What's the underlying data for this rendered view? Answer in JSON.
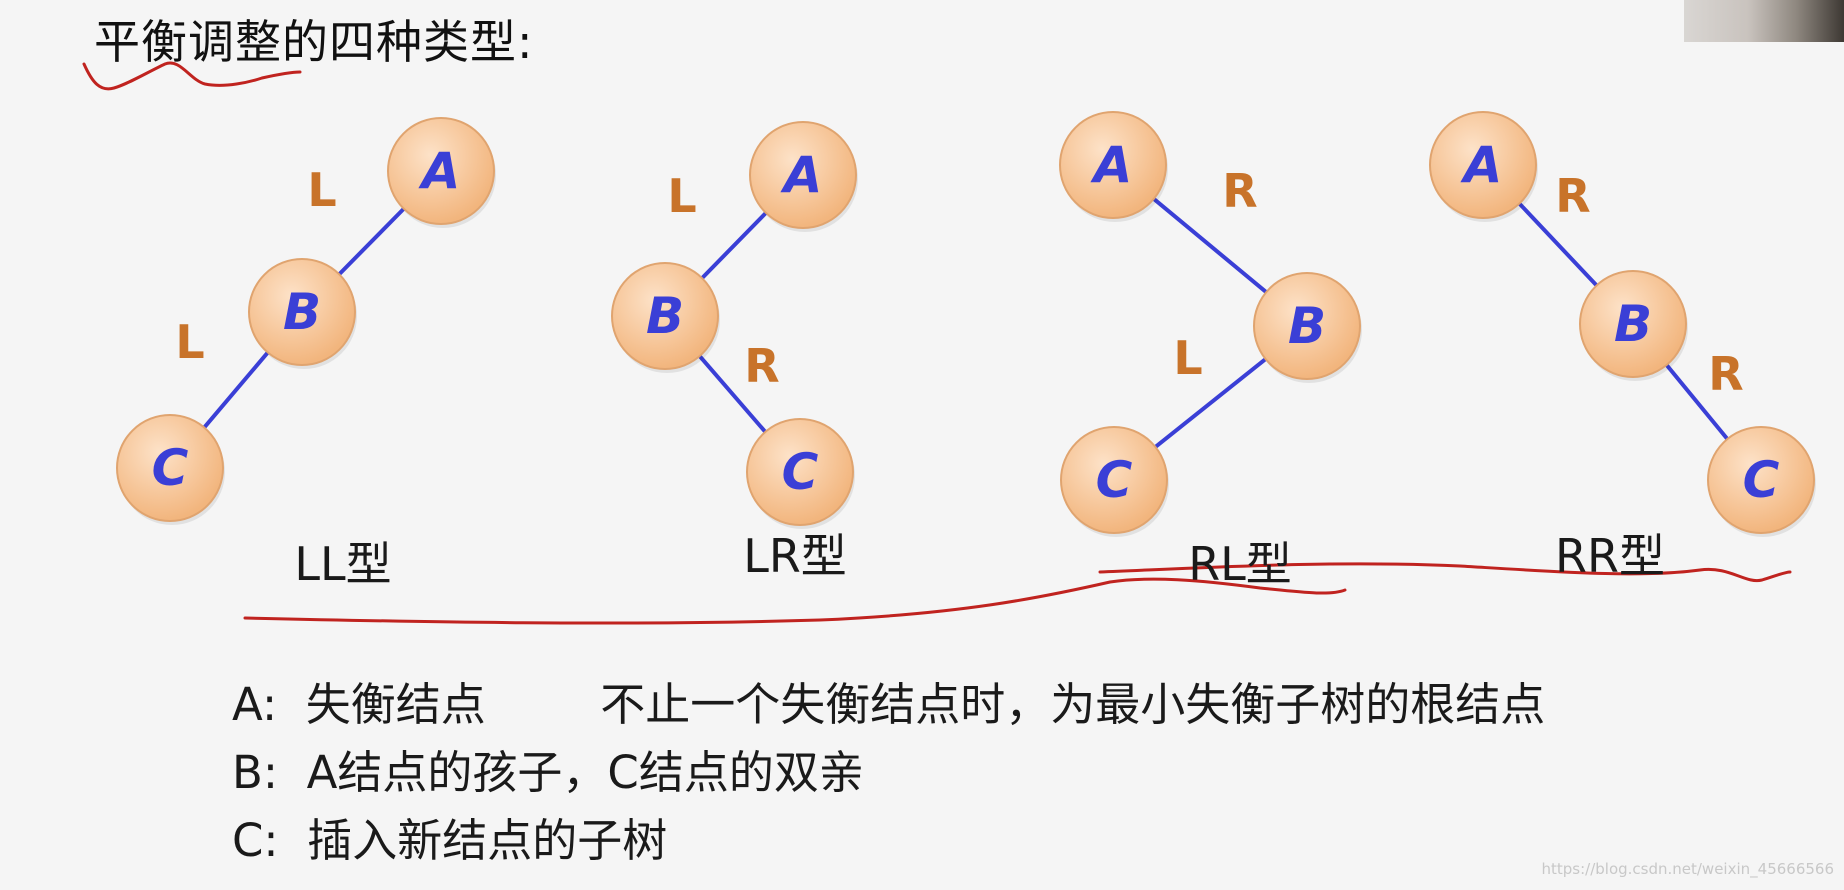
{
  "title": "平衡调整的四种类型:",
  "diagrams": [
    {
      "type_label": "LL型",
      "nodes": [
        {
          "id": "A",
          "label": "A"
        },
        {
          "id": "B",
          "label": "B"
        },
        {
          "id": "C",
          "label": "C"
        }
      ],
      "edges": [
        {
          "from": "A",
          "to": "B",
          "label": "L"
        },
        {
          "from": "B",
          "to": "C",
          "label": "L"
        }
      ]
    },
    {
      "type_label": "LR型",
      "nodes": [
        {
          "id": "A",
          "label": "A"
        },
        {
          "id": "B",
          "label": "B"
        },
        {
          "id": "C",
          "label": "C"
        }
      ],
      "edges": [
        {
          "from": "A",
          "to": "B",
          "label": "L"
        },
        {
          "from": "B",
          "to": "C",
          "label": "R"
        }
      ]
    },
    {
      "type_label": "RL型",
      "nodes": [
        {
          "id": "A",
          "label": "A"
        },
        {
          "id": "B",
          "label": "B"
        },
        {
          "id": "C",
          "label": "C"
        }
      ],
      "edges": [
        {
          "from": "A",
          "to": "B",
          "label": "R"
        },
        {
          "from": "B",
          "to": "C",
          "label": "L"
        }
      ]
    },
    {
      "type_label": "RR型",
      "nodes": [
        {
          "id": "A",
          "label": "A"
        },
        {
          "id": "B",
          "label": "B"
        },
        {
          "id": "C",
          "label": "C"
        }
      ],
      "edges": [
        {
          "from": "A",
          "to": "B",
          "label": "R"
        },
        {
          "from": "B",
          "to": "C",
          "label": "R"
        }
      ]
    }
  ],
  "notes": [
    "A:  失衡结点        不止一个失衡结点时，为最小失衡子树的根结点",
    "B:  A结点的孩子，C结点的双亲",
    "C:  插入新结点的子树"
  ],
  "watermark": "https://blog.csdn.net/weixin_45666566",
  "colors": {
    "background": "#f5f5f5",
    "node_fill_center": "#fde2c8",
    "node_fill_edge": "#f2b57d",
    "node_stroke": "#e0a46f",
    "node_letter": "#3a3fd6",
    "edge": "#3a3fd6",
    "edge_label": "#c8732a",
    "annotation_red": "#c0231f"
  }
}
